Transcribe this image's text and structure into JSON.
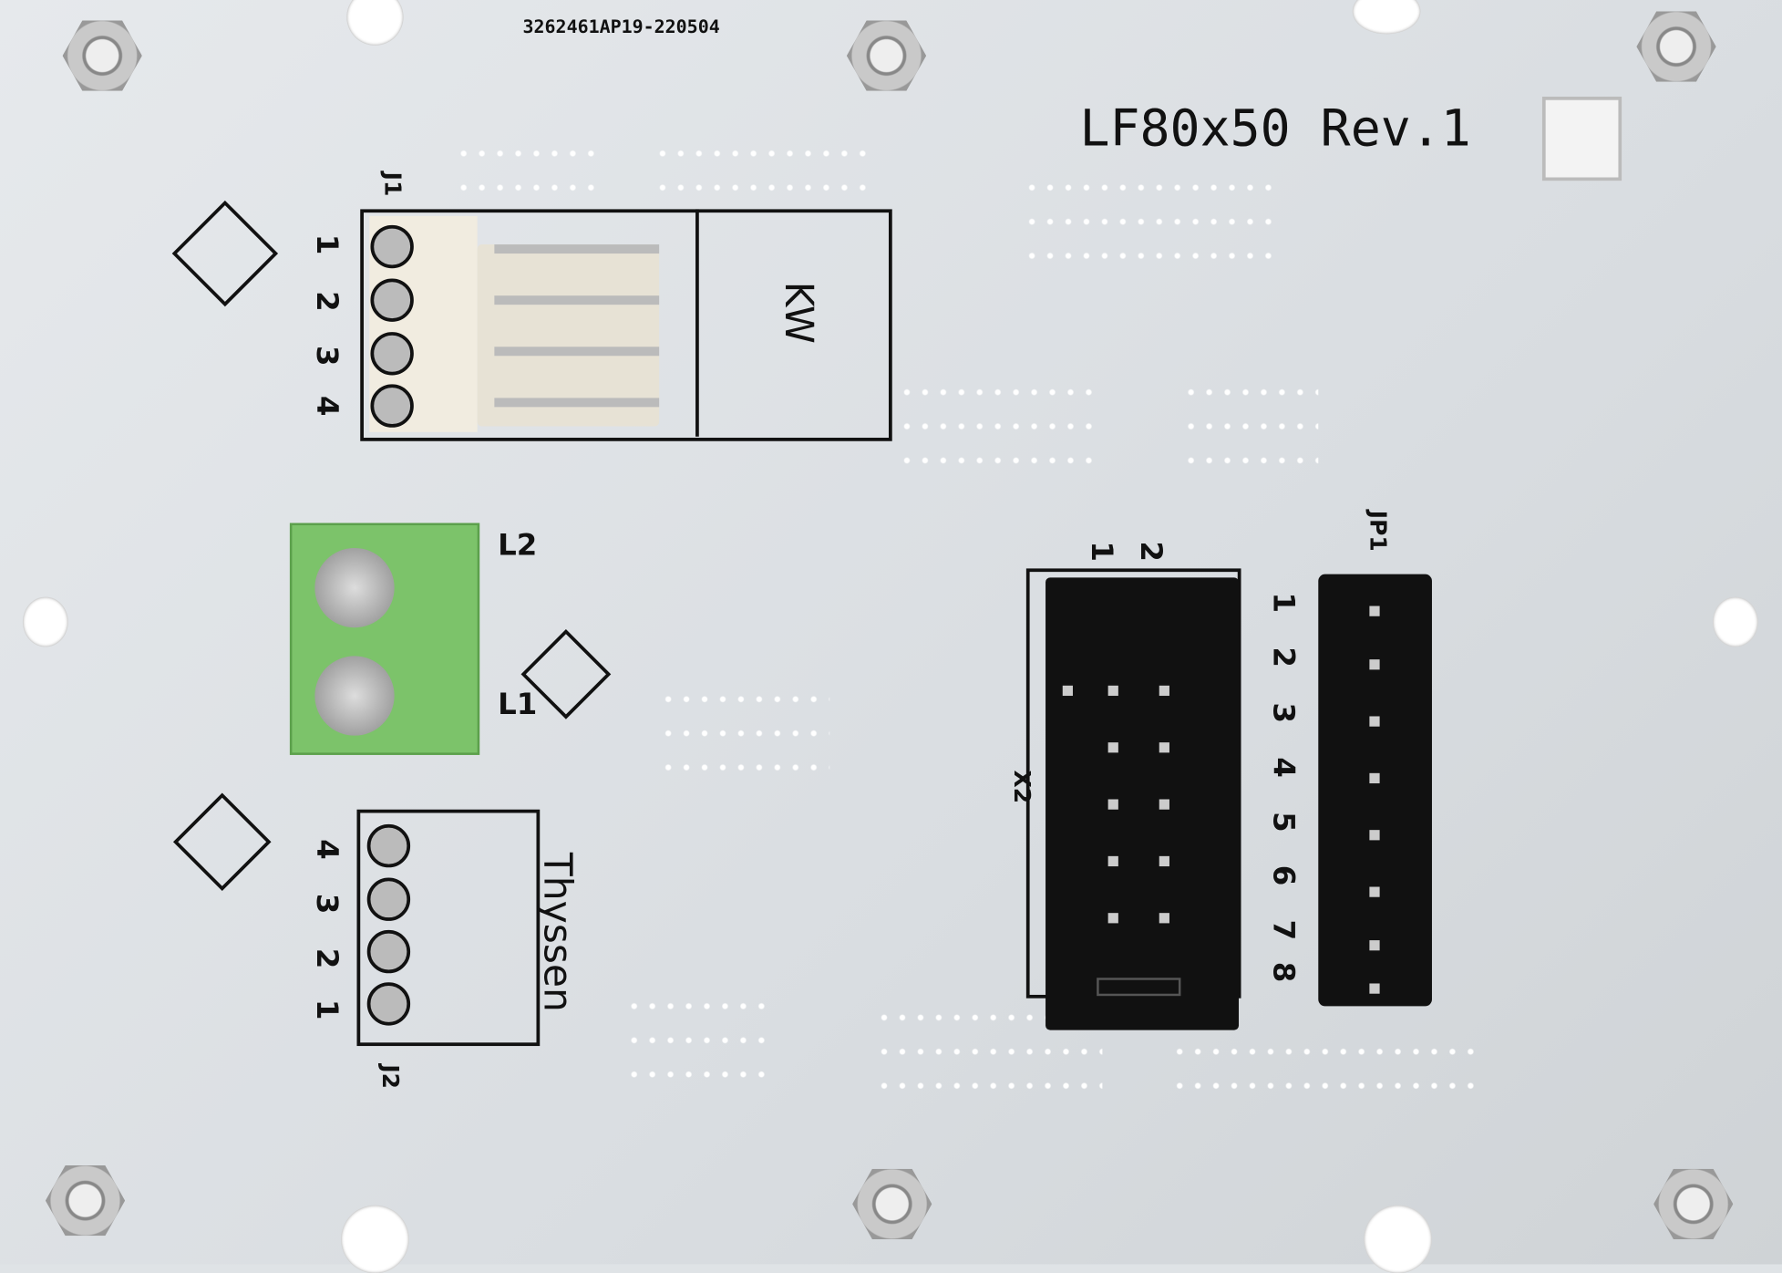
{
  "board": {
    "serial": "3262461AP19-220504",
    "title": "LF80x50 Rev.1",
    "labels": {
      "j1": "J1",
      "j2": "J2",
      "l1": "L1",
      "l2": "L2",
      "x2": "X2",
      "jp1": "JP1",
      "kw": "KW",
      "thyssen": "Thyssen",
      "x2_pin1": "1",
      "x2_pin2": "2"
    },
    "j1_pins": [
      "1",
      "2",
      "3",
      "4"
    ],
    "j2_pins": [
      "4",
      "3",
      "2",
      "1"
    ],
    "jp1_pins": [
      "1",
      "2",
      "3",
      "4",
      "5",
      "6",
      "7",
      "8"
    ],
    "colors": {
      "pcb": "#dfe3e6",
      "terminal": "#7cc36a",
      "connector": "#f1ece0",
      "header": "#111111"
    }
  }
}
